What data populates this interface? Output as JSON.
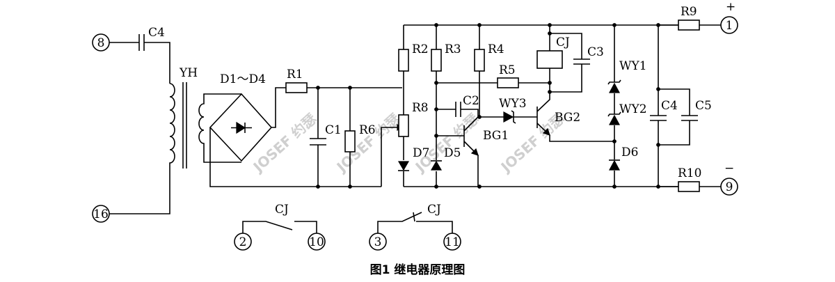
{
  "caption": "图1  继电器原理图",
  "watermark": "JOSEF 约瑟",
  "terminals": {
    "t8": "8",
    "t16": "16",
    "t1": "1",
    "t9": "9",
    "t2": "2",
    "t10": "10",
    "t3": "3",
    "t11": "11"
  },
  "polarity": {
    "plus": "+",
    "minus": "−"
  },
  "components": {
    "c4_in": "C4",
    "yh": "YH",
    "bridge": "D1～D4",
    "r1": "R1",
    "c1": "C1",
    "r6": "R6",
    "r2": "R2",
    "r3": "R3",
    "r4": "R4",
    "r5": "R5",
    "r8": "R8",
    "c2": "C2",
    "wy3": "WY3",
    "bg1": "BG1",
    "bg2": "BG2",
    "cj": "CJ",
    "c3": "C3",
    "d5": "D5",
    "d7": "D7",
    "wy1": "WY1",
    "wy2": "WY2",
    "d6": "D6",
    "c4": "C4",
    "c5": "C5",
    "r9": "R9",
    "r10": "R10",
    "cj_no": "CJ",
    "cj_nc": "CJ"
  }
}
